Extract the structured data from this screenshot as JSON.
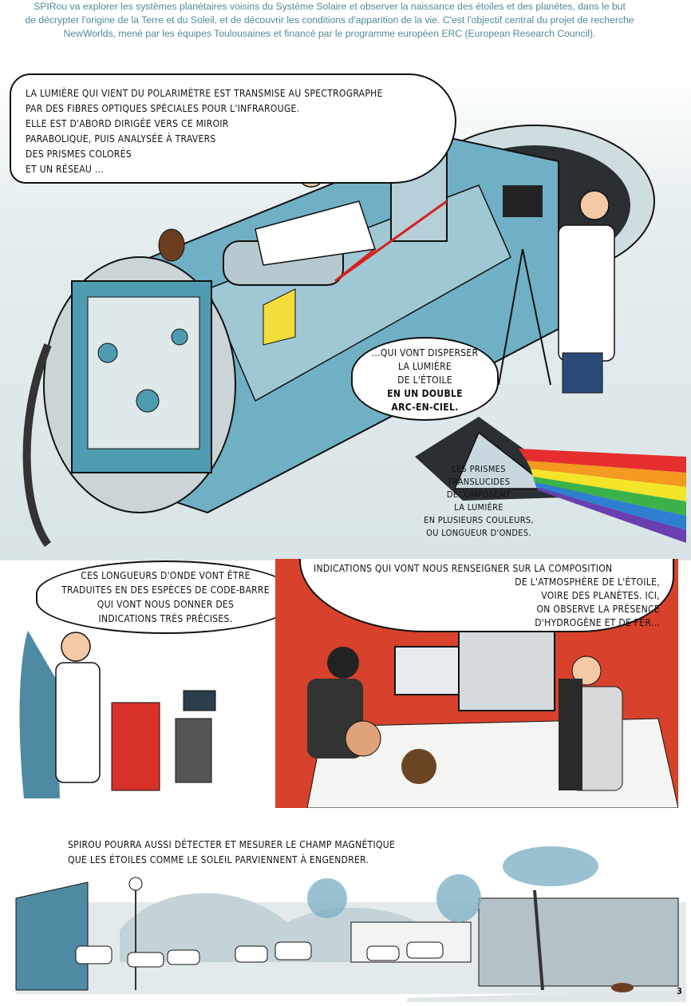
{
  "intro": {
    "lines": [
      "SPIRou va explorer les systèmes planétaires voisins du Système Solaire et observer la naissance des étoiles et des planètes, dans le but",
      "de décrypter l'origine de la Terre et du Soleil, et de découvrir les conditions d'apparition de la vie. C'est l'objectif central du projet de recherche",
      "NewWorlds, mené par les équipes Toulousaines et financé par le programme européen ERC (European Research Council)."
    ]
  },
  "panel1": {
    "bubble1": [
      "La lumière qui vient du polarimètre est transmise au spectrographe",
      "par des fibres optiques spéciales pour l'infrarouge.",
      "Elle est d'abord dirigée vers ce miroir",
      "parabolique, puis analysée à travers",
      "des prismes colorés",
      "et un réseau ..."
    ],
    "bubble2": [
      "...qui vont disperser",
      "la lumière",
      "de l'étoile",
      "en un double",
      "arc-en-ciel."
    ],
    "caption": [
      "Les prismes",
      "translucides",
      "décomposent",
      "la lumière",
      "en plusieurs couleurs,",
      "ou longueur d'ondes."
    ]
  },
  "panel2": {
    "bubble": [
      "Ces longueurs d'onde vont être",
      "traduites en des espèces de code-barre",
      "qui vont nous donner des",
      "indications très précises."
    ]
  },
  "panel3": {
    "bubble": [
      "Indications qui vont nous renseigner sur la composition",
      "de l'atmosphère de l'étoile,",
      "voire des planètes. Ici,",
      "on observe la présence",
      "d'hydrogène et de fer..."
    ]
  },
  "panel4": {
    "caption": [
      "Spirou pourra aussi détecter et mesurer le champ magnétique",
      "que les étoiles comme le soleil parviennent à engendrer."
    ]
  },
  "page_number": "3",
  "colors": {
    "intro_text": "#4f8a99",
    "panel3_bg": "#d8422c",
    "machine": "#4f9bb0"
  }
}
